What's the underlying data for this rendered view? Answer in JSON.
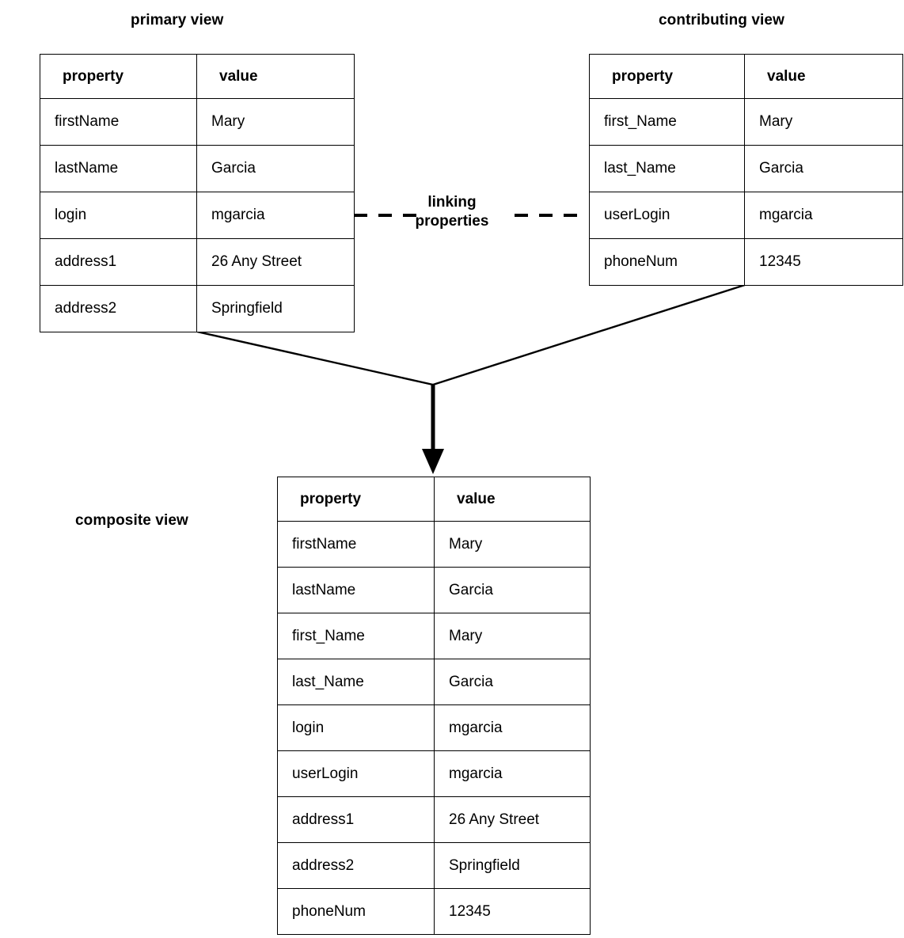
{
  "diagram": {
    "columns": [
      "property",
      "value"
    ],
    "linking_label_line1": "linking",
    "linking_label_line2": "properties",
    "views": {
      "primary": {
        "title": "primary view",
        "rows": [
          {
            "property": "firstName",
            "value": "Mary"
          },
          {
            "property": "lastName",
            "value": "Garcia"
          },
          {
            "property": "login",
            "value": "mgarcia"
          },
          {
            "property": "address1",
            "value": "26 Any Street"
          },
          {
            "property": "address2",
            "value": "Springfield"
          }
        ]
      },
      "contributing": {
        "title": "contributing view",
        "rows": [
          {
            "property": "first_Name",
            "value": "Mary"
          },
          {
            "property": "last_Name",
            "value": "Garcia"
          },
          {
            "property": "userLogin",
            "value": "mgarcia"
          },
          {
            "property": "phoneNum",
            "value": "12345"
          }
        ]
      },
      "composite": {
        "title": "composite view",
        "rows": [
          {
            "property": "firstName",
            "value": "Mary"
          },
          {
            "property": "lastName",
            "value": "Garcia"
          },
          {
            "property": "first_Name",
            "value": "Mary"
          },
          {
            "property": "last_Name",
            "value": "Garcia"
          },
          {
            "property": "login",
            "value": "mgarcia"
          },
          {
            "property": "userLogin",
            "value": "mgarcia"
          },
          {
            "property": "address1",
            "value": "26 Any Street"
          },
          {
            "property": "address2",
            "value": "Springfield"
          },
          {
            "property": "phoneNum",
            "value": "12345"
          }
        ]
      }
    },
    "colors": {
      "stroke": "#000000",
      "text": "#000000",
      "background": "#ffffff"
    }
  }
}
